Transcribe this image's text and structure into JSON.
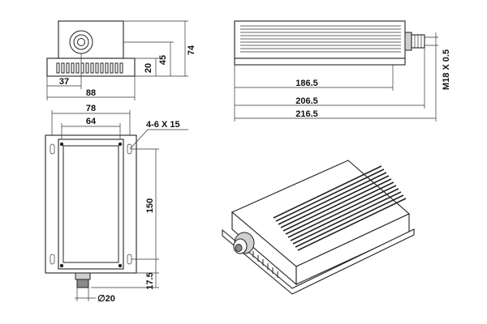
{
  "front_view": {
    "height_total": "74",
    "height_mid": "45",
    "height_low": "20",
    "offset_left": "37",
    "width": "88"
  },
  "side_view": {
    "len_1": "186.5",
    "len_2": "206.5",
    "len_3": "216.5",
    "thread": "M18 X 0.5"
  },
  "top_view": {
    "width_outer": "78",
    "width_inner": "64",
    "holes": "4-6 X 15",
    "hole_spacing": "150",
    "nozzle_len": "17.5",
    "nozzle_dia": "∅20"
  },
  "colors": {
    "line": "#222222",
    "shade": "#cfcfcf",
    "dark_shade": "#8a8a8a",
    "paper": "#ffffff"
  }
}
